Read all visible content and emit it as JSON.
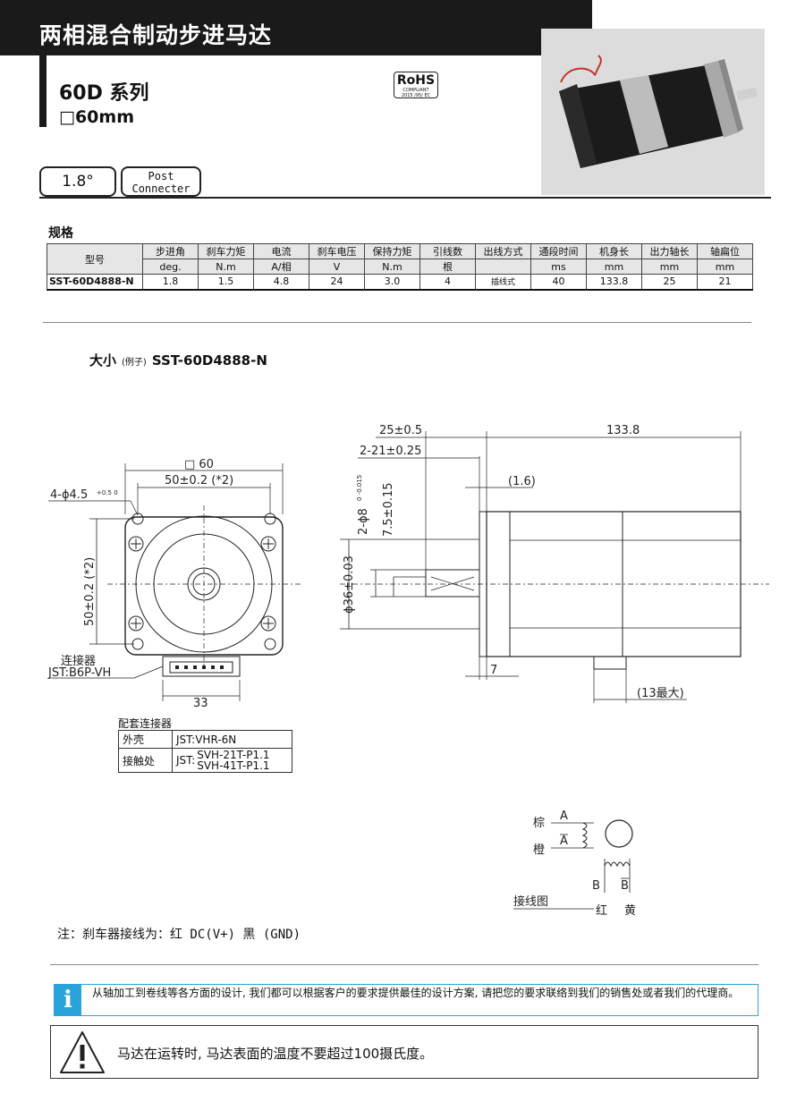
{
  "header": {
    "title": "两相混合制动步进马达",
    "series_name": "60D 系列",
    "series_size": "□60mm",
    "rohs_line1": "RoHS",
    "rohs_line2": "COMPLIANT",
    "rohs_line3": "2015 /95/ EC"
  },
  "tags": {
    "step_angle": "1.8°",
    "connector_line1": "Post",
    "connector_line2": "Connecter"
  },
  "spec": {
    "heading": "规格",
    "model_header": "型号",
    "columns": [
      {
        "name": "步进角",
        "unit": "deg."
      },
      {
        "name": "刹车力矩",
        "unit": "N.m"
      },
      {
        "name": "电流",
        "unit": "A/相"
      },
      {
        "name": "刹车电压",
        "unit": "V"
      },
      {
        "name": "保持力矩",
        "unit": "N.m"
      },
      {
        "name": "引线数",
        "unit": "根"
      },
      {
        "name": "出线方式",
        "unit": ""
      },
      {
        "name": "通段时间",
        "unit": "ms"
      },
      {
        "name": "机身长",
        "unit": "mm"
      },
      {
        "name": "出力轴长",
        "unit": "mm"
      },
      {
        "name": "轴扁位",
        "unit": "mm"
      }
    ],
    "row": {
      "model": "SST-60D4888-N",
      "values": [
        "1.8",
        "1.5",
        "4.8",
        "24",
        "3.0",
        "4",
        "插线式",
        "40",
        "133.8",
        "25",
        "21"
      ]
    }
  },
  "dimensions": {
    "title_prefix": "大小",
    "title_example": "(例子)",
    "title_model": "SST-60D4888-N",
    "front": {
      "square": "□ 60",
      "pitch_top": "50±0.2 (*2)",
      "hole": "4-ϕ4.5",
      "hole_tol": "+0.5 0",
      "pitch_side": "50±0.2 (*2)",
      "connector_label_line1": "连接器",
      "connector_label_line2": "JST:B6P-VH",
      "connector_width": "33"
    },
    "side": {
      "shaft_len": "25±0.5",
      "flat_len": "2-21±0.25",
      "flange_gap": "(1.6)",
      "overall_len": "133.8",
      "shaft_dia": "2-ϕ8",
      "shaft_dia_tol": "0 -0.015",
      "flat": "7.5±0.15",
      "pilot": "ϕ36±0.03",
      "flange_thk": "7",
      "conn_len": "(13最大)"
    }
  },
  "mating": {
    "caption": "配套连接器",
    "rows": [
      {
        "key": "外壳",
        "value": "JST:VHR-6N"
      },
      {
        "key": "接触处",
        "prefix": "JST:",
        "line1": "SVH-21T-P1.1",
        "line2": "SVH-41T-P1.1"
      }
    ]
  },
  "wiring": {
    "brown": "棕",
    "orange": "橙",
    "A": "A",
    "A_bar": "A",
    "B": "B",
    "B_bar": "B",
    "caption": "接线图",
    "red": "红",
    "yellow": "黄"
  },
  "note": "注：刹车器接线为：红 DC(V+)   黑  (GND)",
  "info": "从轴加工到卷线等各方面的设计, 我们都可以根据客户的要求提供最佳的设计方案, 请把您的要求联络到我们的销售处或者我们的代理商。",
  "warning": "马达在运转时, 马达表面的温度不要超过100摄氏度。"
}
